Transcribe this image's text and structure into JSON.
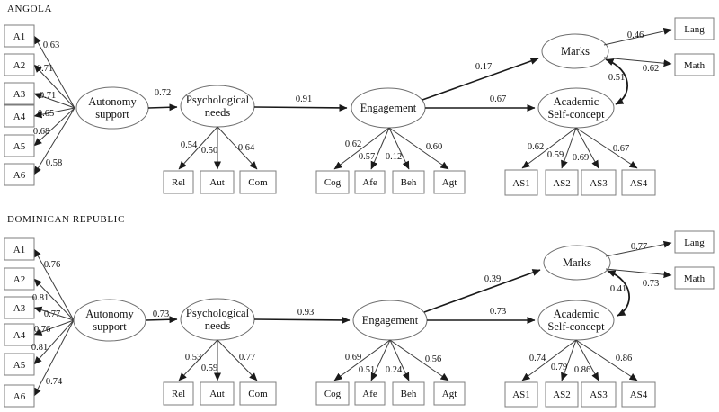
{
  "colors": {
    "background": "#ffffff",
    "line": "#1a1a1a",
    "thin_line": "#3d3d3d",
    "box_border": "#7d7d7d",
    "text": "#111111"
  },
  "panels": [
    {
      "title": "ANGOLA",
      "nodes": {
        "autonomy": {
          "line1": "Autonomy",
          "line2": "support"
        },
        "psych": {
          "line1": "Psychological",
          "line2": "needs"
        },
        "engagement": {
          "label": "Engagement"
        },
        "marks": {
          "label": "Marks"
        },
        "asc": {
          "line1": "Academic",
          "line2": "Self-concept"
        }
      },
      "a_indicators": [
        {
          "label": "A1",
          "loading": "0.63"
        },
        {
          "label": "A2",
          "loading": "0.71"
        },
        {
          "label": "A3",
          "loading": "0.71"
        },
        {
          "label": "A4",
          "loading": "0.65"
        },
        {
          "label": "A5",
          "loading": "0.68"
        },
        {
          "label": "A6",
          "loading": "0.58"
        }
      ],
      "paths": {
        "autonomy_to_psych": "0.72",
        "psych_to_engagement": "0.91",
        "engagement_to_marks": "0.17",
        "engagement_to_asc": "0.67",
        "marks_asc_correlation": "0.51"
      },
      "psych_indicators": [
        {
          "label": "Rel",
          "loading": "0.54"
        },
        {
          "label": "Aut",
          "loading": "0.50"
        },
        {
          "label": "Com",
          "loading": "0.64"
        }
      ],
      "engagement_indicators": [
        {
          "label": "Cog",
          "loading": "0.62"
        },
        {
          "label": "Afe",
          "loading": "0.57"
        },
        {
          "label": "Beh",
          "loading": "0.12"
        },
        {
          "label": "Agt",
          "loading": "0.60"
        }
      ],
      "marks_indicators": [
        {
          "label": "Lang",
          "loading": "0.46"
        },
        {
          "label": "Math",
          "loading": "0.62"
        }
      ],
      "asc_indicators": [
        {
          "label": "AS1",
          "loading": "0.62"
        },
        {
          "label": "AS2",
          "loading": "0.59"
        },
        {
          "label": "AS3",
          "loading": "0.69"
        },
        {
          "label": "AS4",
          "loading": "0.67"
        }
      ]
    },
    {
      "title": "DOMINICAN REPUBLIC",
      "nodes": {
        "autonomy": {
          "line1": "Autonomy",
          "line2": "support"
        },
        "psych": {
          "line1": "Psychological",
          "line2": "needs"
        },
        "engagement": {
          "label": "Engagement"
        },
        "marks": {
          "label": "Marks"
        },
        "asc": {
          "line1": "Academic",
          "line2": "Self-concept"
        }
      },
      "a_indicators": [
        {
          "label": "A1",
          "loading": "0.76"
        },
        {
          "label": "A2",
          "loading": "0.81"
        },
        {
          "label": "A3",
          "loading": "0.77"
        },
        {
          "label": "A4",
          "loading": "0.76"
        },
        {
          "label": "A5",
          "loading": "0.81"
        },
        {
          "label": "A6",
          "loading": "0.74"
        }
      ],
      "paths": {
        "autonomy_to_psych": "0.73",
        "psych_to_engagement": "0.93",
        "engagement_to_marks": "0.39",
        "engagement_to_asc": "0.73",
        "marks_asc_correlation": "0.41"
      },
      "psych_indicators": [
        {
          "label": "Rel",
          "loading": "0.53"
        },
        {
          "label": "Aut",
          "loading": "0.59"
        },
        {
          "label": "Com",
          "loading": "0.77"
        }
      ],
      "engagement_indicators": [
        {
          "label": "Cog",
          "loading": "0.69"
        },
        {
          "label": "Afe",
          "loading": "0.51"
        },
        {
          "label": "Beh",
          "loading": "0.24"
        },
        {
          "label": "Agt",
          "loading": "0.56"
        }
      ],
      "marks_indicators": [
        {
          "label": "Lang",
          "loading": "0.77"
        },
        {
          "label": "Math",
          "loading": "0.73"
        }
      ],
      "asc_indicators": [
        {
          "label": "AS1",
          "loading": "0.74"
        },
        {
          "label": "AS2",
          "loading": "0.79"
        },
        {
          "label": "AS3",
          "loading": "0.86"
        },
        {
          "label": "AS4",
          "loading": "0.86"
        }
      ]
    }
  ]
}
